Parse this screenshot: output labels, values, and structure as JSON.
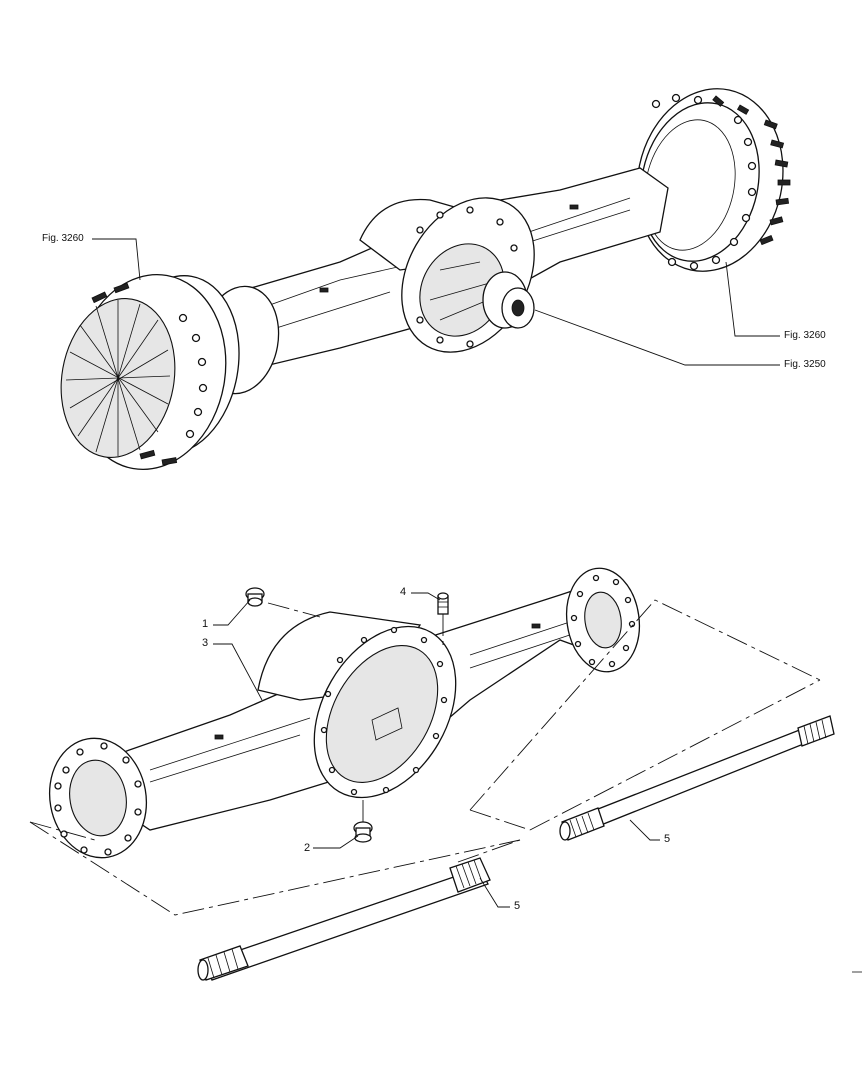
{
  "references": {
    "left_hub": "Fig. 3260",
    "right_hub": "Fig. 3260",
    "differential": "Fig. 3250"
  },
  "parts": [
    {
      "number": "1"
    },
    {
      "number": "2"
    },
    {
      "number": "3"
    },
    {
      "number": "4"
    },
    {
      "number": "5"
    },
    {
      "number": "5"
    }
  ]
}
